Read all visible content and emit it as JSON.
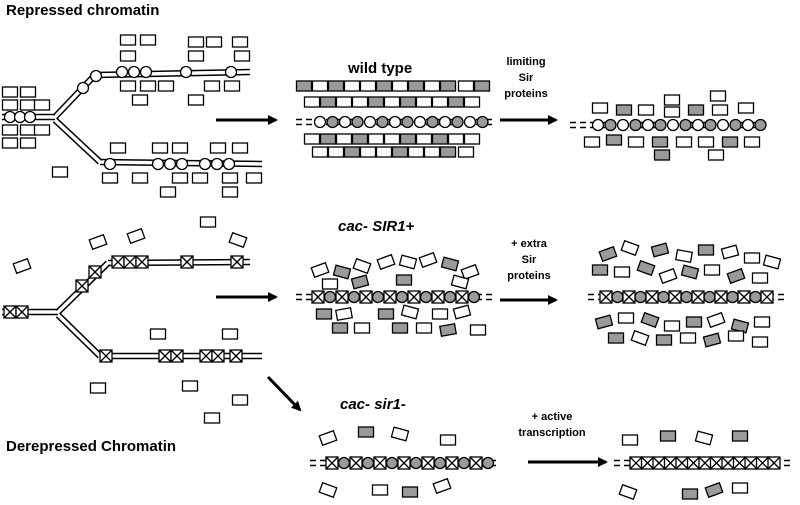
{
  "headings": {
    "repressed": "Repressed chromatin",
    "derepressed": "Derepressed Chromatin"
  },
  "states": {
    "wild_type": "wild type",
    "cac_SIR1_plus": "cac-  SIR1+",
    "cac_sir1_minus": "cac-  sir1-"
  },
  "conditions": {
    "limiting": [
      "limiting",
      "Sir",
      "proteins"
    ],
    "extra": [
      "+ extra",
      "Sir",
      "proteins"
    ],
    "active": [
      "+ active",
      "transcription"
    ]
  },
  "colors": {
    "line": "#000000",
    "gray_fill": "#9a9a9a",
    "white_fill": "#ffffff"
  }
}
